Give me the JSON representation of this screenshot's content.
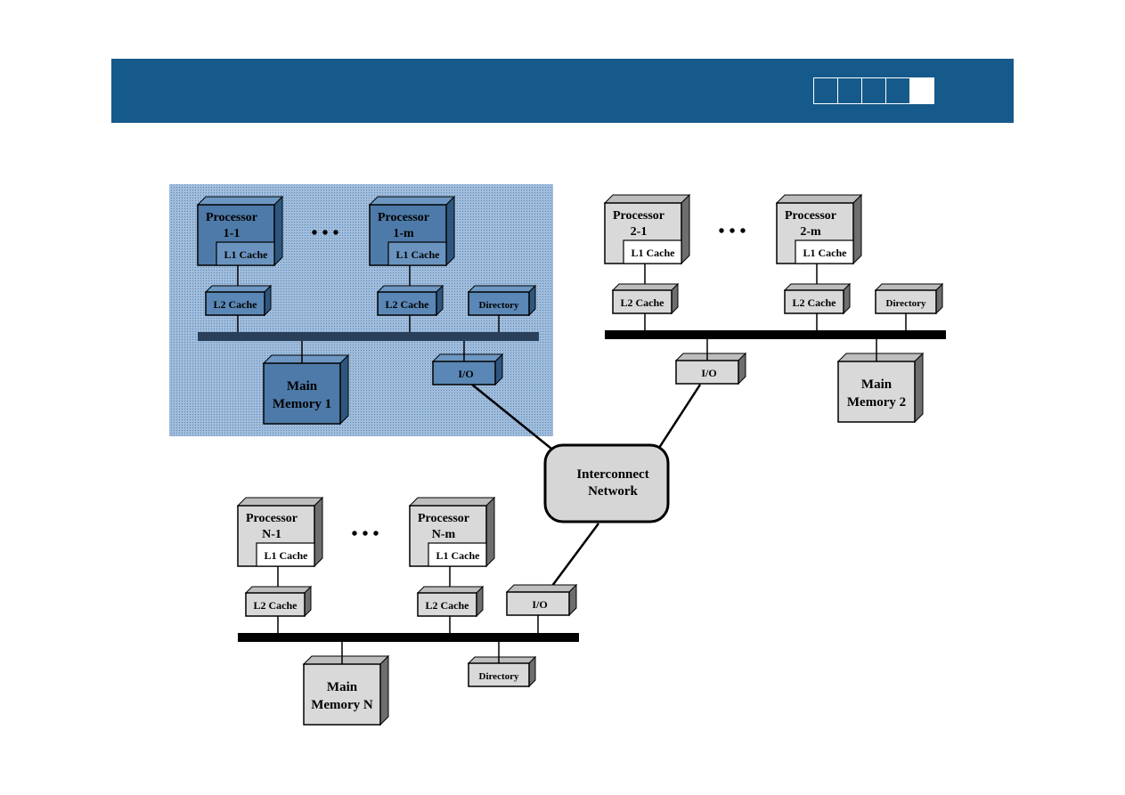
{
  "header": {
    "nav_count": 5
  },
  "diagram": {
    "node1": {
      "proc_a": [
        "Processor",
        "1-1"
      ],
      "proc_b": [
        "Processor",
        "1-m"
      ],
      "l1": "L1 Cache",
      "l2": "L2 Cache",
      "directory": "Directory",
      "io": "I/O",
      "memory": [
        "Main",
        "Memory 1"
      ]
    },
    "node2": {
      "proc_a": [
        "Processor",
        "2-1"
      ],
      "proc_b": [
        "Processor",
        "2-m"
      ],
      "l1": "L1 Cache",
      "l2": "L2 Cache",
      "directory": "Directory",
      "io": "I/O",
      "memory": [
        "Main",
        "Memory 2"
      ]
    },
    "nodeN": {
      "proc_a": [
        "Processor",
        "N-1"
      ],
      "proc_b": [
        "Processor",
        "N-m"
      ],
      "l1": "L1 Cache",
      "l2": "L2 Cache",
      "directory": "Directory",
      "io": "I/O",
      "memory": [
        "Main",
        "Memory N"
      ]
    },
    "network": [
      "Interconnect",
      "Network"
    ],
    "ellipsis": "• • •"
  }
}
